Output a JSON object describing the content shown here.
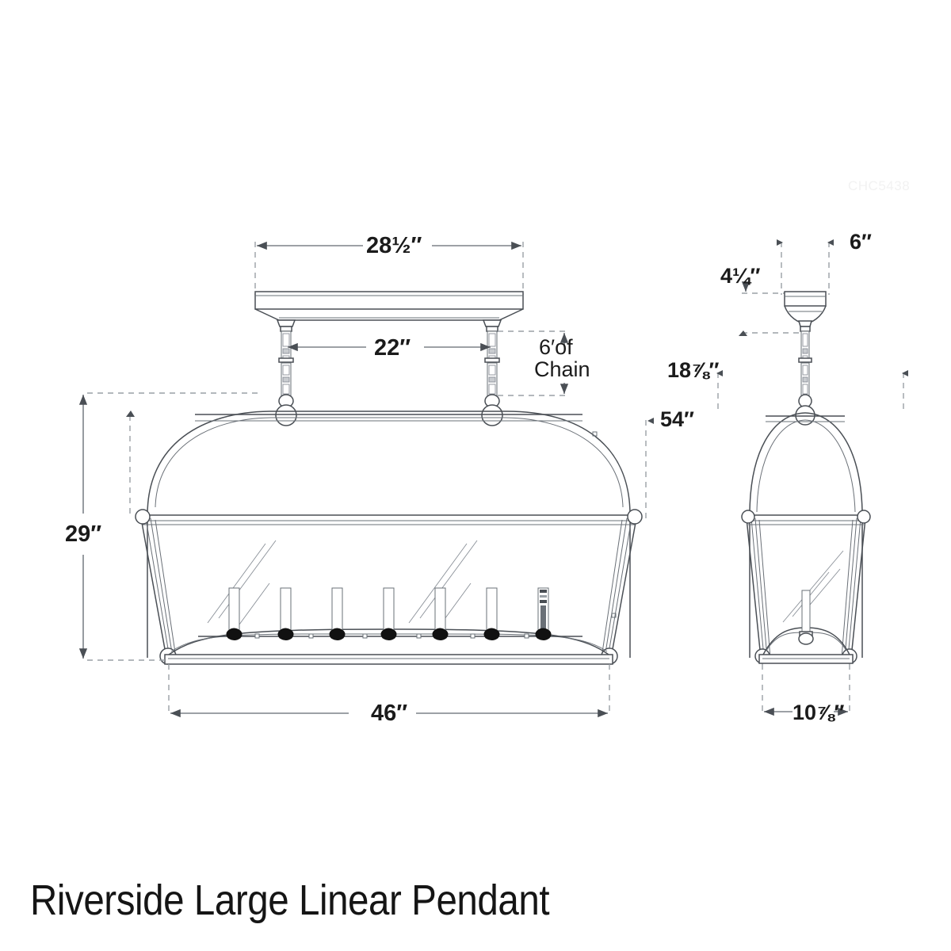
{
  "page": {
    "title": "Riverside Large Linear Pendant",
    "watermark": "CHC5438",
    "background_color": "#ffffff",
    "line_color": "#4a4f55",
    "text_color": "#1b1b1b"
  },
  "dimensions": {
    "canopy_width": "28½″",
    "stem_spacing": "22″",
    "chain_note_line1": "6′of",
    "chain_note_line2": "Chain",
    "overall_drop": "54″",
    "body_height": "29″",
    "body_width": "46″",
    "side_canopy_width": "6″",
    "side_canopy_height": "4¼″",
    "side_overall_drop": "18⅞″",
    "side_body_depth": "10⅞″"
  },
  "views": {
    "front": {
      "name": "front-elevation",
      "candle_count": 7
    },
    "side": {
      "name": "side-elevation",
      "candle_count": 1
    }
  }
}
